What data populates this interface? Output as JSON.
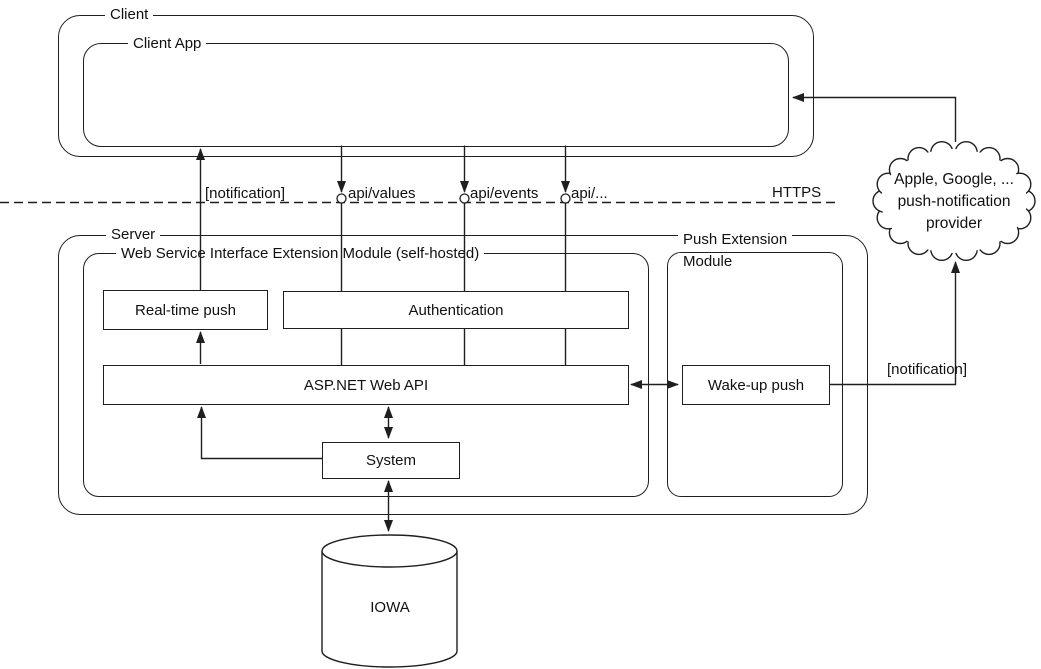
{
  "colors": {
    "stroke": "#1f1f1f",
    "background": "#ffffff"
  },
  "client": {
    "label": "Client",
    "app_label": "Client App"
  },
  "boundary": {
    "notification": "[notification]",
    "api_values": "api/values",
    "api_events": "api/events",
    "api_rest": "api/...",
    "https": "HTTPS"
  },
  "server": {
    "label": "Server",
    "web_service_module_label": "Web Service Interface Extension Module (self-hosted)",
    "push_extension_label_line1": "Push Extension",
    "push_extension_label_line2": "Module",
    "real_time_push": "Real-time push",
    "authentication": "Authentication",
    "aspnet_web_api": "ASP.NET Web API",
    "wake_up_push": "Wake-up push",
    "system": "System"
  },
  "cloud": {
    "line1": "Apple, Google, ...",
    "line2": "push-notification",
    "line3": "provider"
  },
  "push_notification_label": "[notification]",
  "database": {
    "label": "IOWA"
  },
  "connections": [
    {
      "from": "Server",
      "to": "Client App",
      "label": "[notification]",
      "style": "arrow-up"
    },
    {
      "from": "Client App",
      "to": "Authentication",
      "label": "api/values",
      "style": "lollipop-interface"
    },
    {
      "from": "Client App",
      "to": "Authentication",
      "label": "api/events",
      "style": "lollipop-interface"
    },
    {
      "from": "Client App",
      "to": "Authentication",
      "label": "api/...",
      "style": "lollipop-interface"
    },
    {
      "from": "ASP.NET Web API",
      "to": "Real-time push",
      "style": "arrow-up"
    },
    {
      "from": "ASP.NET Web API",
      "to": "Wake-up push",
      "style": "double-arrow"
    },
    {
      "from": "ASP.NET Web API",
      "to": "System",
      "style": "double-arrow"
    },
    {
      "from": "System",
      "to": "ASP.NET Web API",
      "style": "arrow-elbow"
    },
    {
      "from": "System",
      "to": "IOWA",
      "style": "double-arrow"
    },
    {
      "from": "Wake-up push",
      "to": "cloud",
      "label": "[notification]",
      "style": "arrow-up"
    },
    {
      "from": "cloud",
      "to": "Client App",
      "style": "arrow-left"
    }
  ]
}
